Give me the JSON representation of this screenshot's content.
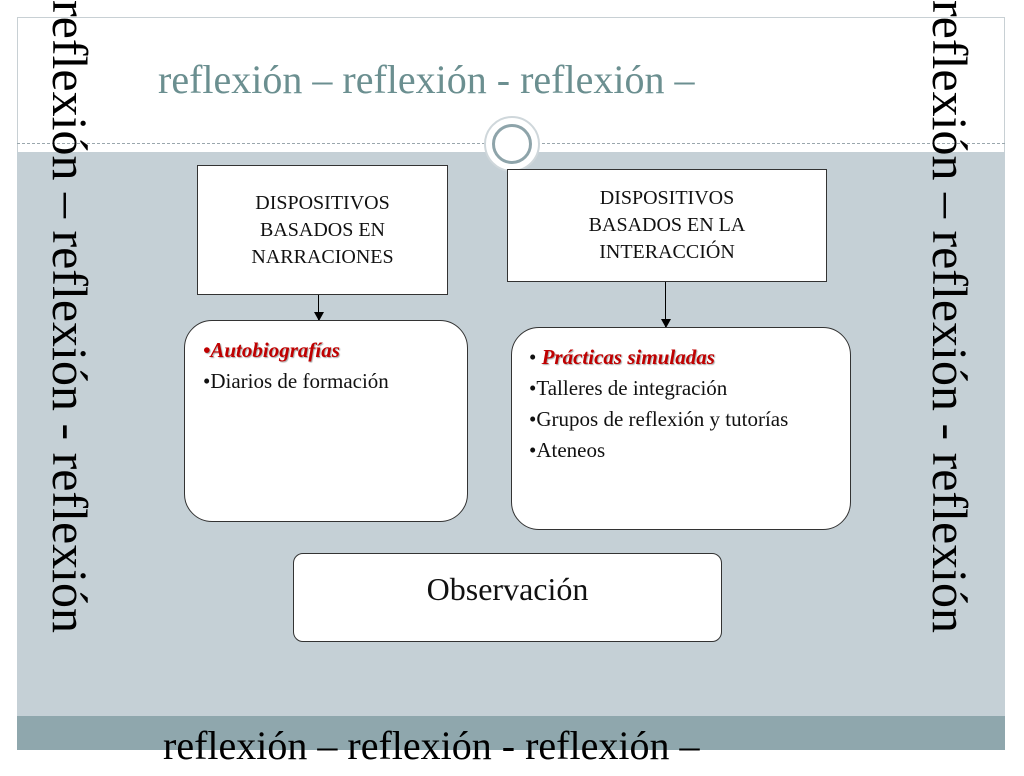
{
  "slide": {
    "title_top": "reflexión – reflexión -  reflexión –",
    "title_bottom": "reflexión – reflexión -  reflexión –",
    "side_left": "reflexión – reflexión -  reflexión",
    "side_right": "reflexión – reflexión -  reflexión"
  },
  "boxes": {
    "narraciones": {
      "lines": [
        "DISPOSITIVOS",
        "BASADOS EN",
        "NARRACIONES"
      ]
    },
    "interaccion": {
      "lines": [
        "DISPOSITIVOS",
        "BASADOS EN LA",
        "INTERACCIÓN"
      ]
    }
  },
  "lists": {
    "narraciones": [
      {
        "bullet": "•",
        "text": "Autobiografías",
        "highlight": true
      },
      {
        "bullet": "•",
        "text": "Diarios de formación",
        "highlight": false
      }
    ],
    "interaccion": [
      {
        "bullet": "• ",
        "text": "Prácticas simuladas",
        "highlight": true
      },
      {
        "bullet": "•",
        "text": "Talleres de integración",
        "highlight": false
      },
      {
        "bullet": "•",
        "text": "Grupos de reflexión y tutorías",
        "highlight": false
      },
      {
        "bullet": "•",
        "text": "Ateneos",
        "highlight": false
      }
    ]
  },
  "observacion": "Observación",
  "colors": {
    "title_top": "#6b8f90",
    "highlight": "#c00000",
    "band": "#c5d0d6",
    "band_bottom": "#8fa7ad"
  }
}
